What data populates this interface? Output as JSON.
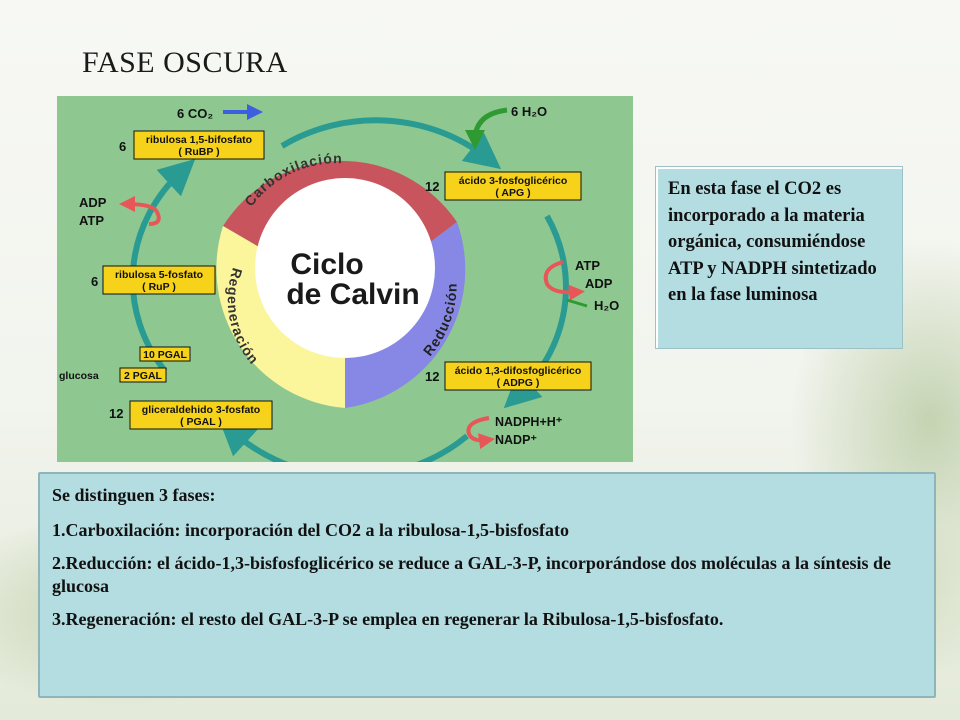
{
  "slide": {
    "title": "FASE OSCURA",
    "callout": "En esta fase el CO2 es incorporado a la materia orgánica, consumiéndose ATP y NADPH sintetizado en la fase luminosa",
    "notes": {
      "heading": "Se distinguen 3 fases:",
      "items": [
        "1.Carboxilación: incorporación del CO2 a la ribulosa-1,5-bisfosfato",
        "2.Reducción: el ácido-1,3-bisfosfoglicérico se reduce a GAL-3-P, incorporándose dos moléculas a la síntesis de glucosa",
        "3.Regeneración: el resto del GAL-3-P se emplea en regenerar la Ribulosa-1,5-bisfosfato."
      ]
    }
  },
  "diagram": {
    "center_line1": "Ciclo",
    "center_line2": "de Calvin",
    "phase_carboxilacion": "Carboxilación",
    "phase_reduccion": "Reducción",
    "phase_regeneracion": "Regeneración",
    "co2_label": "6 CO₂",
    "h2o_label": "6 H₂O",
    "rubp_count": "6",
    "rubp_name": "ribulosa 1,5-bifosfato",
    "rubp_abbr": "( RuBP )",
    "adp_left": "ADP",
    "atp_left": "ATP",
    "rup_count": "6",
    "rup_name": "ribulosa 5-fosfato",
    "rup_abbr": "( RuP )",
    "pgal10": "10 PGAL",
    "glucosa": "glucosa",
    "pgal2": "2 PGAL",
    "pgal_count": "12",
    "pgal_name": "gliceraldehido 3-fosfato",
    "pgal_abbr": "( PGAL )",
    "apg_count": "12",
    "apg_name": "ácido 3-fosfoglicérico",
    "apg_abbr": "( APG )",
    "atp_right": "ATP",
    "adp_right": "ADP",
    "h2o_right": "H₂O",
    "adpg_count": "12",
    "adpg_name": "ácido 1,3-difosfoglicérico",
    "adpg_abbr": "( ADPG )",
    "nadph": "NADPH+H⁺",
    "nadp": "NADP⁺",
    "colors": {
      "carboxilacion": "#c8555d",
      "reduccion": "#8787e6",
      "regeneracion": "#fbf59c",
      "cycle_arrow": "#2a9b92",
      "box_fill": "#f6d21a",
      "red_arrow": "#e85757",
      "co2_arrow": "#3c5fe0",
      "h2o_arrow": "#2f9a32"
    }
  }
}
